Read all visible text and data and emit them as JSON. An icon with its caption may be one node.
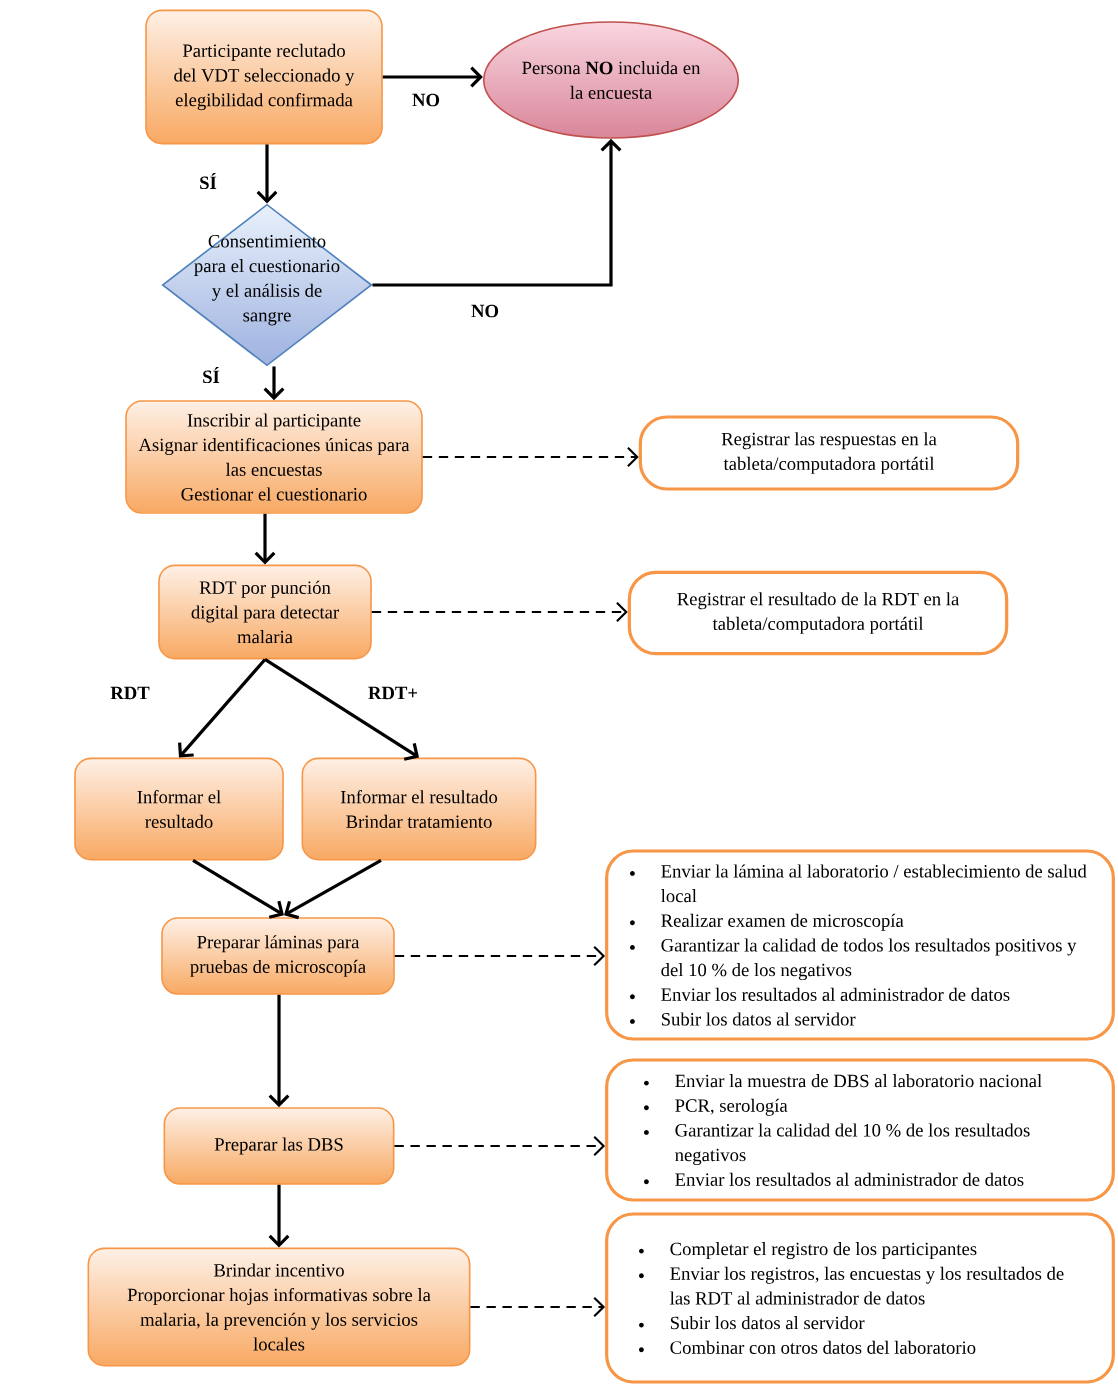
{
  "diagram": {
    "nodes": [
      {
        "text": [
          "Participante reclutado del VDT seleccionado y elegibilidad confirmada"
        ]
      },
      {
        "text": [
          "Persona **NO** incluida en la encuesta"
        ]
      },
      {
        "text": [
          "Consentimiento para el cuestionario y el análisis de sangre"
        ]
      },
      {
        "text": [
          "Inscribir al participante",
          "Asignar identificaciones únicas para las encuestas",
          "Gestionar el cuestionario"
        ]
      },
      {
        "text": [
          "Registrar las respuestas en la tableta/computadora portátil"
        ]
      },
      {
        "text": [
          "RDT por punción digital para detectar malaria"
        ]
      },
      {
        "text": [
          "Registrar el resultado de la RDT en la tableta/computadora portátil"
        ]
      },
      {
        "text": [
          "Informar el resultado"
        ]
      },
      {
        "text": [
          "Informar el resultado",
          "Brindar tratamiento"
        ]
      },
      {
        "text": [
          "Preparar láminas para pruebas de microscopía"
        ]
      },
      {
        "text": [
          "Enviar la lámina al laboratorio / establecimiento de salud local",
          "Realizar examen de microscopía",
          "Garantizar la calidad de todos los resultados positivos y del 10 % de los negativos",
          "Enviar los resultados al administrador de datos",
          "Subir los datos al servidor"
        ]
      },
      {
        "text": [
          "Preparar las DBS"
        ]
      },
      {
        "text": [
          "Enviar la muestra de DBS al laboratorio nacional",
          "PCR, serología",
          "Garantizar la calidad del 10 % de los resultados negativos",
          "Enviar los resultados al administrador de datos"
        ]
      },
      {
        "text": [
          "Brindar incentivo",
          "Proporcionar hojas informativas sobre la malaria, la prevención y los servicios locales"
        ]
      },
      {
        "text": [
          "Completar el registro de los participantes",
          "Enviar los registros, las encuestas y los resultados de las RDT al administrador de datos",
          "Subir los datos al servidor",
          "Combinar con otros datos del laboratorio"
        ]
      }
    ],
    "edges": [
      {
        "from": 0,
        "to": 1,
        "arrow": "to",
        "label": "NO"
      },
      {
        "from": 0,
        "to": 2,
        "arrow": "to",
        "label": "SÍ"
      },
      {
        "from": 2,
        "to": 1,
        "arrow": "to",
        "label": "NO"
      },
      {
        "from": 2,
        "to": 3,
        "arrow": "to",
        "label": "SÍ"
      },
      {
        "from": 3,
        "to": 4,
        "arrow": "to",
        "style": "dashed"
      },
      {
        "from": 3,
        "to": 5,
        "arrow": "to"
      },
      {
        "from": 5,
        "to": 6,
        "arrow": "to",
        "style": "dashed"
      },
      {
        "from": 5,
        "to": 7,
        "arrow": "to",
        "label": "RDT"
      },
      {
        "from": 5,
        "to": 8,
        "arrow": "to",
        "label": "RDT+"
      },
      {
        "from": 7,
        "to": 9,
        "arrow": "to"
      },
      {
        "from": 8,
        "to": 9,
        "arrow": "to"
      },
      {
        "from": 9,
        "to": 10,
        "arrow": "to",
        "style": "dashed"
      },
      {
        "from": 9,
        "to": 11,
        "arrow": "to"
      },
      {
        "from": 11,
        "to": 12,
        "arrow": "to",
        "style": "dashed"
      },
      {
        "from": 11,
        "to": 13,
        "arrow": "to"
      },
      {
        "from": 13,
        "to": 14,
        "arrow": "to",
        "style": "dashed"
      }
    ]
  }
}
